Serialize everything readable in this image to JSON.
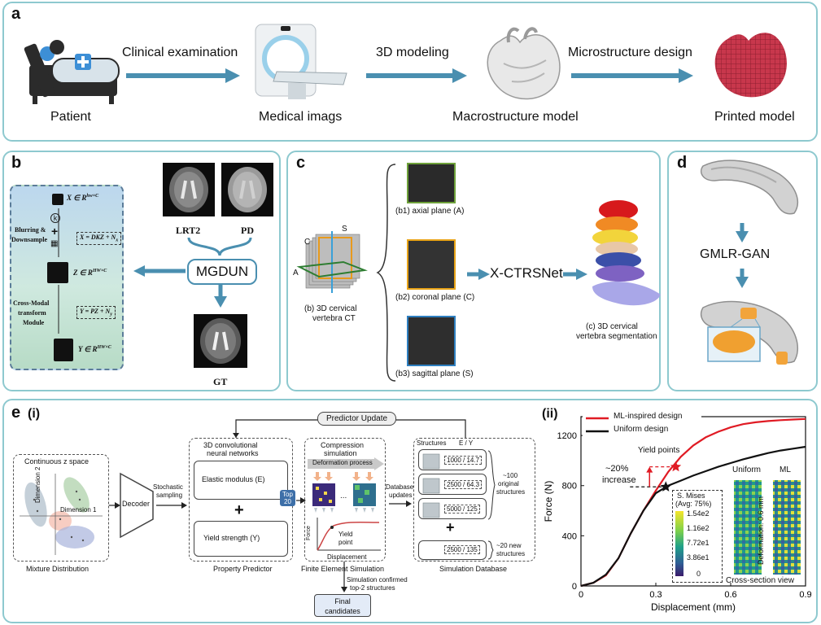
{
  "colors": {
    "panel_border": "#8ec9cf",
    "arrow": "#4a8fb0",
    "ml": "#e01b24",
    "uniform": "#111111"
  },
  "panel_a": {
    "label": "a",
    "steps": [
      "Patient",
      "Medical imags",
      "Macrostructure model",
      "Printed model"
    ],
    "arrows": [
      "Clinical examination",
      "3D modeling",
      "Microstructure design"
    ]
  },
  "panel_b": {
    "label": "b",
    "side": {
      "row1": "X ∈ R",
      "row1sup": "hw×C",
      "eq1": "X = DKZ + N",
      "eq1sub": "x",
      "left1": "Blurring &",
      "left2": "Downsample",
      "row2": "Z ∈ R",
      "row2sup": "HW×C",
      "left3": "Cross-Modal",
      "left4": "transform",
      "left5": "Module",
      "eq2": "Y = PZ + N",
      "eq2sub": "y",
      "row3": "Y ∈ R",
      "row3sup": "HW×C"
    },
    "img1": "LRT2",
    "img2": "PD",
    "center": "MGDUN",
    "img3": "GT"
  },
  "panel_c": {
    "label": "c",
    "axes": [
      "C",
      "S",
      "A"
    ],
    "ct": "(b) 3D  cervical",
    "ct2": "vertebra CT",
    "planes": [
      "(b1) axial plane (A)",
      "(b2) coronal plane (C)",
      "(b3) sagittal plane (S)"
    ],
    "net": "X-CTRSNet",
    "seg1": "(c) 3D  cervical",
    "seg2": "vertebra segmentation"
  },
  "panel_d": {
    "label": "d",
    "net": "GMLR-GAN"
  },
  "panel_e": {
    "label": "e",
    "sub1": "(i)",
    "sub2": "(ii)",
    "mixture": {
      "title": "Continuous z space",
      "dim1": "Dimension 1",
      "dim2": "Dimension 2",
      "caption": "Mixture Distribution"
    },
    "decoder": "Decoder",
    "sampling1": "Stochastic",
    "sampling2": "sampling",
    "predictor_update": "Predictor Update",
    "predictor": {
      "title1": "3D convolutional",
      "title2": "neural networks",
      "elastic": "Elastic modulus (E)",
      "yield": "Yield strength (Y)",
      "caption": "Property Predictor",
      "plus": "+"
    },
    "top": "Top",
    "topn": "20",
    "fem": {
      "title1": "Compression",
      "title2": "simulation",
      "deform": "Deformation process",
      "dots": "...",
      "force": "Force",
      "yp1": "Yield",
      "yp2": "point",
      "disp": "Displacement",
      "caption": "Finite Element Simulation"
    },
    "db_updates1": "Database",
    "db_updates2": "updates",
    "db": {
      "h1": "Structures",
      "h2": "E / Y",
      "rows": [
        "1000 / 14.7",
        "2500 / 64.3",
        "5000 / 125"
      ],
      "orig1": "~100",
      "orig2": "original",
      "orig3": "structures",
      "plus": "+",
      "new_row": "2500 / 135",
      "new1": "~20 new",
      "new2": "structures",
      "caption": "Simulation Database"
    },
    "confirm1": "Simulation confirmed",
    "confirm2": "top-2 structures",
    "final1": "Final",
    "final2": "candidates"
  },
  "chart_data": {
    "type": "line",
    "xlabel": "Displacement (mm)",
    "ylabel": "Force (N)",
    "xlim": [
      0,
      0.9
    ],
    "ylim": [
      0,
      1350
    ],
    "xticks": [
      "0",
      "0.3",
      "0.6",
      "0.9"
    ],
    "yticks": [
      "0",
      "400",
      "800",
      "1200"
    ],
    "legend_position": "top-left",
    "series": [
      {
        "name": "ML-inspired design",
        "color": "#e01b24",
        "x": [
          0,
          0.05,
          0.1,
          0.15,
          0.2,
          0.25,
          0.3,
          0.35,
          0.4,
          0.45,
          0.5,
          0.55,
          0.6,
          0.65,
          0.7,
          0.75,
          0.8,
          0.85,
          0.9
        ],
        "y": [
          0,
          25,
          85,
          220,
          420,
          600,
          760,
          910,
          1030,
          1120,
          1185,
          1230,
          1265,
          1290,
          1305,
          1315,
          1322,
          1327,
          1332
        ]
      },
      {
        "name": "Uniform design",
        "color": "#111111",
        "x": [
          0,
          0.05,
          0.1,
          0.15,
          0.2,
          0.25,
          0.3,
          0.35,
          0.4,
          0.45,
          0.5,
          0.55,
          0.6,
          0.65,
          0.7,
          0.75,
          0.8,
          0.85,
          0.9
        ],
        "y": [
          0,
          25,
          90,
          220,
          420,
          600,
          740,
          800,
          840,
          880,
          915,
          950,
          980,
          1010,
          1035,
          1060,
          1080,
          1095,
          1110
        ]
      }
    ],
    "annotations": {
      "yield_points": "Yield points",
      "pct": "~20%",
      "increase": "increase",
      "ml_yield": [
        0.38,
        950
      ],
      "uni_yield": [
        0.34,
        790
      ]
    },
    "inset": {
      "title1": "S. Mises",
      "title2": "(Avg: 75%)",
      "ticks": [
        "1.54e2",
        "1.16e2",
        "7.72e1",
        "3.86e1",
        "0"
      ],
      "uniform": "Uniform",
      "ml": "ML",
      "deformation": "Deformation: 0.6 mm",
      "cross": "Cross-section view"
    }
  }
}
